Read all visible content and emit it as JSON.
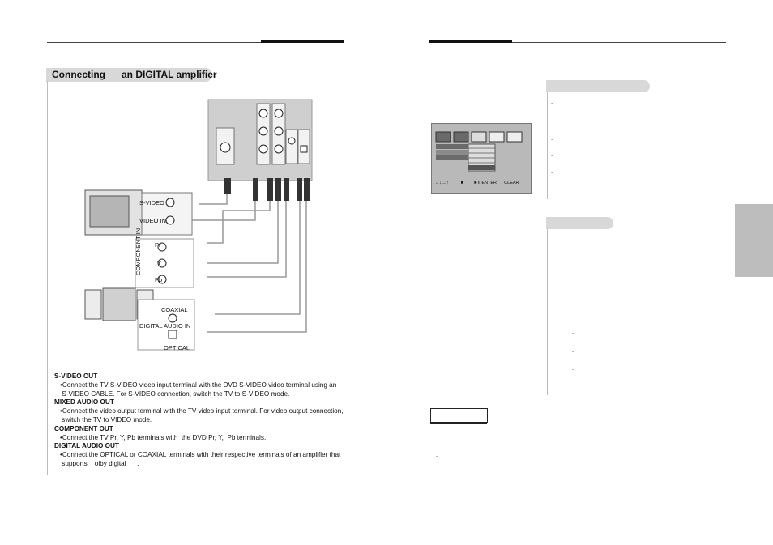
{
  "left_page": {
    "section_title": "Connecting      an DIGITAL amplifier",
    "descriptions": [
      {
        "heading": "S-VIDEO OUT",
        "body": "•Connect the TV S-VIDEO video input terminal with the DVD S-VIDEO video terminal using an\n S-VIDEO CABLE. For S-VIDEO connection, switch the TV to S-VIDEO mode."
      },
      {
        "heading": "MIXED AUDIO  OUT",
        "body": "•Connect the video output terminal with the TV video input terminal. For video output connection,\n switch the TV to VIDEO mode."
      },
      {
        "heading": "COMPONENT OUT",
        "body": "•Connect the TV Pr, Y, Pb terminals with  the DVD Pr, Y,  Pb terminals."
      },
      {
        "heading": "DIGITAL AUDIO OUT",
        "body": "•Connect the OPTICAL or COAXIAL terminals with their respective terminals of an amplifier that\n supports    olby digital      ."
      }
    ],
    "diagram": {
      "tv_labels": {
        "svideo": "S-VIDEO",
        "video_in": "VIDEO IN"
      },
      "component_labels": {
        "title": "COMPONENT IN",
        "pr": "Pr",
        "y": "Y",
        "pb": "Pb"
      },
      "amp_labels": {
        "coaxial": "COAXIAL",
        "digital_audio_in": "DIGITAL AUDIO IN",
        "optical": "OPTICAL"
      }
    }
  },
  "right_page": {
    "screen_footer": "←↓→↑          ■        ►II ENTER      CLEAR",
    "box1_bullet_count": 4,
    "box2_bullet_count": 3,
    "note_bullet_count": 2
  },
  "colors": {
    "pill": "#d8d8d8",
    "side_tab": "#bdbdbd",
    "screen": "#b9b9b9",
    "rule": "#444444"
  }
}
